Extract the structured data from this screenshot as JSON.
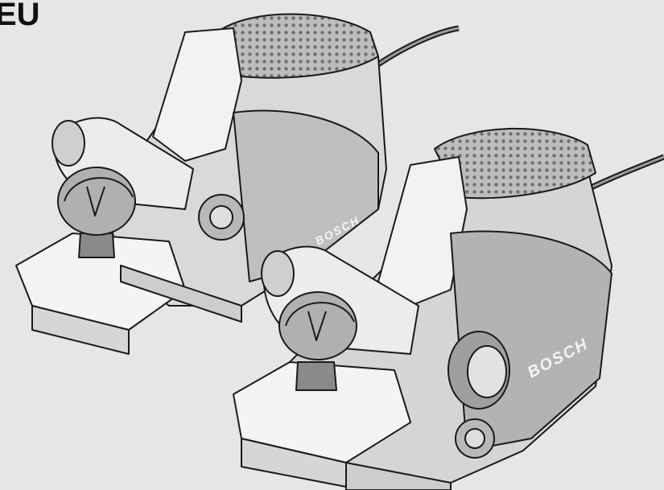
{
  "region_label": "EU",
  "brand": "BOSCH",
  "colors": {
    "background": "#e6e6e6",
    "outline": "#1a1a1a",
    "body_light": "#f2f2f2",
    "body_mid": "#c9c9c9",
    "body_dark": "#8a8a8a"
  },
  "illustration": {
    "subject": "two-power-planers",
    "icons": [
      "planer-left-icon",
      "planer-right-icon",
      "power-cord-icon",
      "depth-knob-icon"
    ]
  }
}
